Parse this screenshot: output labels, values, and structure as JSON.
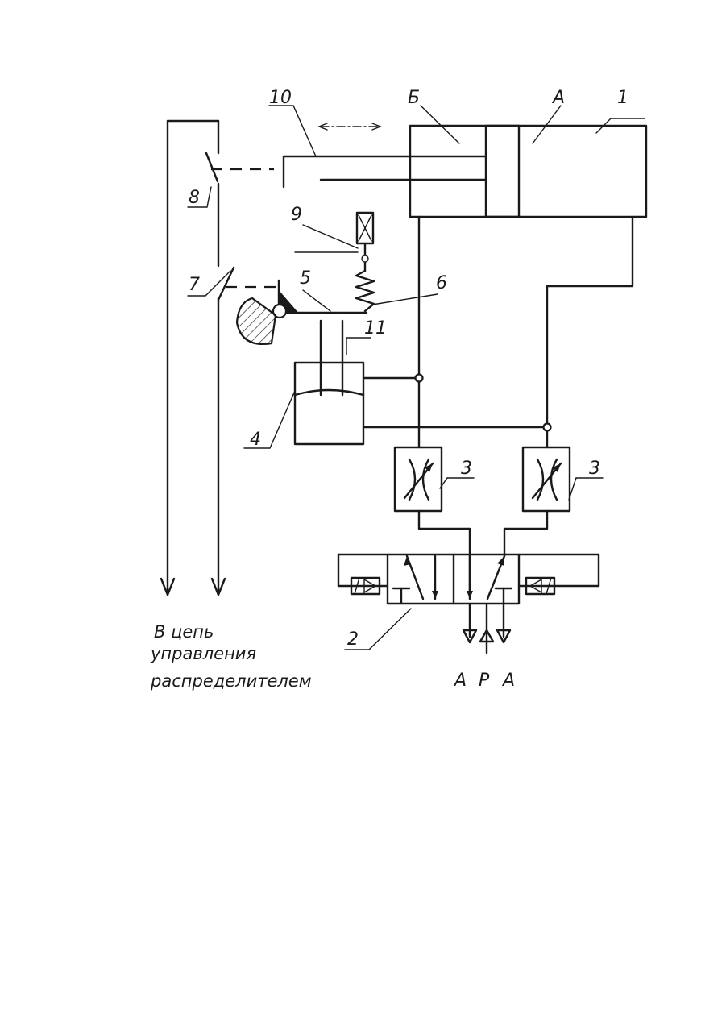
{
  "labels": {
    "n1": "1",
    "n2": "2",
    "n3a": "3",
    "n3b": "3",
    "n4": "4",
    "n5": "5",
    "n6": "6",
    "n7": "7",
    "n8": "8",
    "n9": "9",
    "n10": "10",
    "n11": "11",
    "chamber_a": "А",
    "chamber_b": "Б"
  },
  "ports": {
    "left": "А",
    "middle": "Р",
    "right": "А"
  },
  "caption": {
    "line1": "В цепь",
    "line2": "управления",
    "line3": "распределителем"
  }
}
